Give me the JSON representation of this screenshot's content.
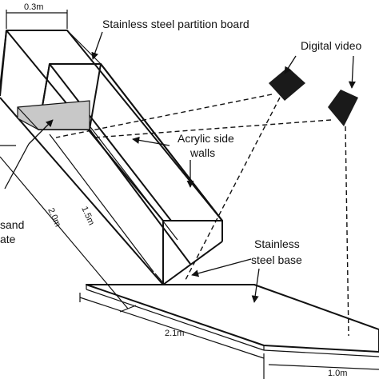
{
  "labels": {
    "width_top": "0.3m",
    "partition_board": "Stainless steel partition board",
    "digital_video": "Digital video",
    "acrylic_side_walls_line1": "Acrylic side",
    "acrylic_side_walls_line2": "walls",
    "sand_line1": "sand",
    "sand_line2": "ate",
    "length_outer": "2.0m",
    "length_inner": "1.5m",
    "stainless_base_line1": "Stainless",
    "stainless_base_line2": "steel base",
    "base_length": "2.1m",
    "base_width": "1.0m"
  }
}
